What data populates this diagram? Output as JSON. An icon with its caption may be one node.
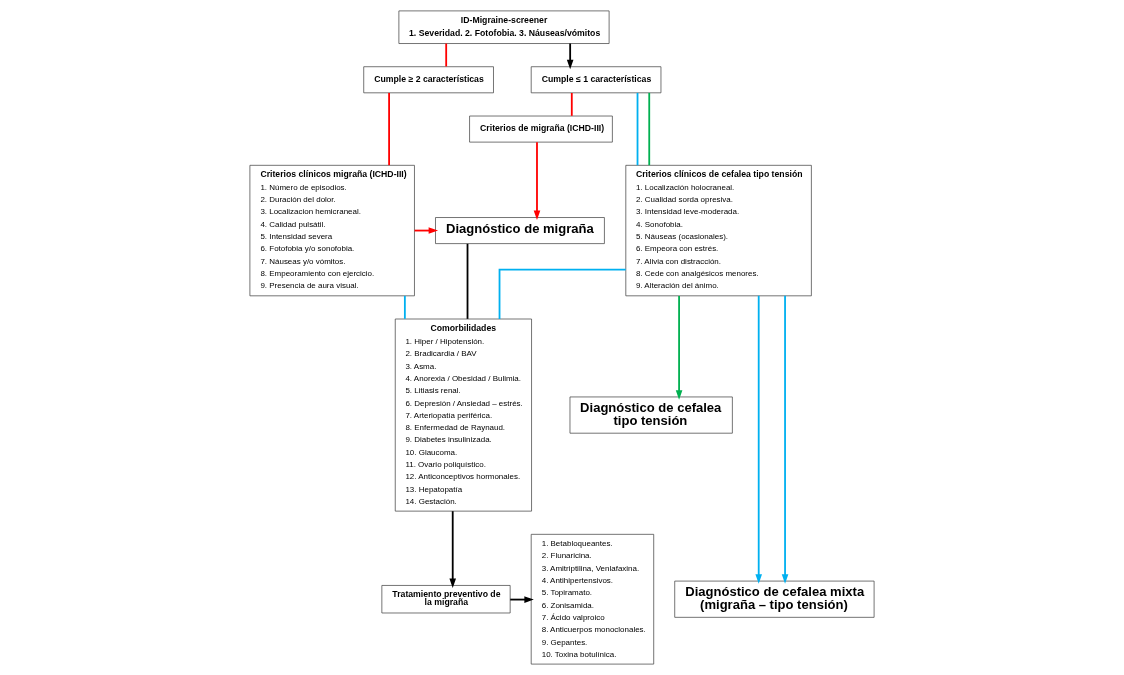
{
  "diagram": {
    "nodes": [
      {
        "text": [
          "ID-Migraine-screener",
          "1. Severidad. 2. Fotofobia. 3. Náuseas/vómitos"
        ]
      },
      {
        "text": [
          "Cumple ≥ 2 características"
        ]
      },
      {
        "text": [
          "Cumple ≤ 1 características"
        ]
      },
      {
        "text": [
          "Criterios de migraña (ICHD-III)"
        ]
      },
      {
        "text": [
          "Criterios clínicos migraña (ICHD-III)",
          "1. Número de episodios.",
          "2. Duración del dolor.",
          "3. Localizacion hemicraneal.",
          "4. Calidad pulsátil.",
          "5. Intensidad severa",
          "6. Fotofobia y/o sonofobia.",
          "7. Náuseas y/o vómitos.",
          "8. Empeoramiento con ejercicio.",
          "9. Presencia de aura visual."
        ]
      },
      {
        "text": [
          "Diagnóstico de migraña"
        ]
      },
      {
        "text": [
          "Comorbilidades",
          "1. Hiper / Hipotensión.",
          "2. Bradicardia / BAV",
          "3. Asma.",
          "4. Anorexia / Obesidad / Bulimia.",
          "5. Litiasis renal.",
          "6. Depresión / Ansiedad – estrés.",
          "7. Arteriopatía periférica.",
          "8. Enfermedad de Raynaud.",
          "9. Diabetes insulinizada.",
          "10. Glaucoma.",
          "11. Ovario poliquístico.",
          "12. Anticonceptivos hormonales.",
          "13. Hepatopatía",
          "14. Gestación."
        ]
      },
      {
        "text": [
          "Criterios clínicos de cefalea tipo tensión",
          "1. Localización holocraneal.",
          "2. Cualidad sorda opresiva.",
          "3. Intensidad leve-moderada.",
          "4. Sonofobia.",
          "5. Náuseas (ocasionales).",
          "6. Empeora con estrés.",
          "7. Alivia con distracción.",
          "8. Cede con analgésicos menores.",
          "9. Alteración del ánimo."
        ]
      },
      {
        "text": [
          "Diagnóstico de cefalea tipo tensión"
        ]
      },
      {
        "text": [
          "1. Betabloqueantes.",
          "2. Flunaricina.",
          "3. Amitriptilina, Venlafaxina.",
          "4. Antihipertensivos.",
          "5. Topiramato.",
          "6. Zonisamida.",
          "7. Ácido valproico",
          "8. Anticuerpos monoclonales.",
          "9. Gepantes.",
          "10. Toxina botulínica."
        ]
      },
      {
        "text": [
          "Tratamiento preventivo de la migraña"
        ]
      },
      {
        "text": [
          "Diagnóstico de cefalea mixta (migraña – tipo tensión)"
        ]
      }
    ],
    "edges": [
      {
        "from": 0,
        "to": 1,
        "arrow": "none",
        "color": "#ff0000"
      },
      {
        "from": 0,
        "to": 2,
        "arrow": "to",
        "color": "#000000"
      },
      {
        "from": 1,
        "to": 4,
        "arrow": "none",
        "color": "#ff0000"
      },
      {
        "from": 2,
        "to": 3,
        "arrow": "none",
        "color": "#ff0000"
      },
      {
        "from": 2,
        "to": 7,
        "arrow": "none",
        "color": "#00b0f0"
      },
      {
        "from": 2,
        "to": 7,
        "arrow": "none",
        "color": "#00b050"
      },
      {
        "from": 4,
        "to": 5,
        "arrow": "to",
        "color": "#ff0000"
      },
      {
        "from": 3,
        "to": 5,
        "arrow": "to",
        "color": "#ff0000"
      },
      {
        "from": 5,
        "to": 6,
        "arrow": "none",
        "color": "#000000"
      },
      {
        "from": 4,
        "to": 6,
        "arrow": "none",
        "color": "#00b0f0"
      },
      {
        "from": 6,
        "to": 7,
        "arrow": "none",
        "color": "#00b0f0"
      },
      {
        "from": 7,
        "to": 8,
        "arrow": "to",
        "color": "#00b050"
      },
      {
        "from": 7,
        "to": 11,
        "arrow": "to",
        "color": "#00b0f0"
      },
      {
        "from": 7,
        "to": 11,
        "arrow": "to",
        "color": "#00b0f0"
      },
      {
        "from": 6,
        "to": 10,
        "arrow": "to",
        "color": "#000000"
      },
      {
        "from": 10,
        "to": 9,
        "arrow": "to",
        "color": "#000000"
      }
    ]
  }
}
